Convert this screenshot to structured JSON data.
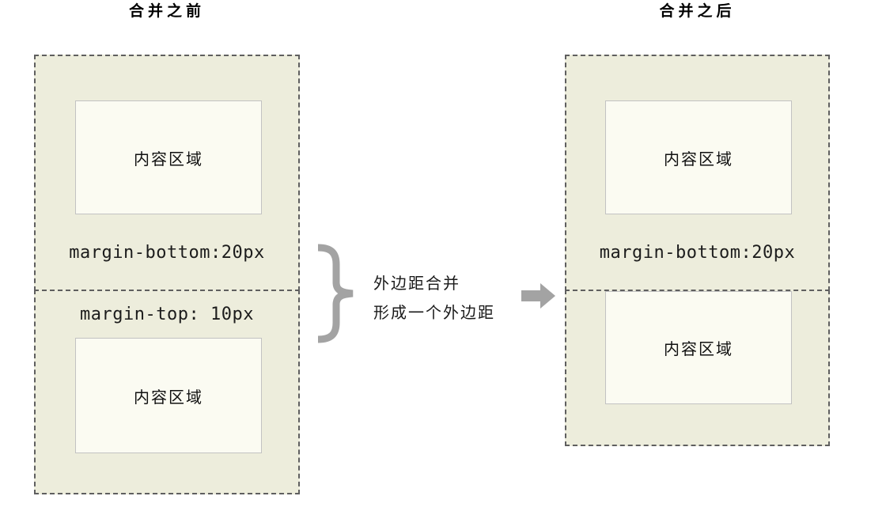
{
  "before": {
    "title": "合并之前",
    "box1": {
      "content_label": "内容区域",
      "margin_label": "margin-bottom:20px"
    },
    "box2": {
      "margin_label": "margin-top: 10px",
      "content_label": "内容区域"
    }
  },
  "after": {
    "title": "合并之后",
    "box1": {
      "content_label": "内容区域",
      "margin_label": "margin-bottom:20px"
    },
    "box2": {
      "content_label": "内容区域"
    }
  },
  "connector": {
    "note_line1": "外边距合并",
    "note_line2": "形成一个外边距",
    "brace_icon": "curly-brace",
    "arrow_icon": "arrow-right"
  },
  "colors": {
    "margin_box_bg": "#ededdc",
    "dashed_border": "#5f5f5f",
    "content_box_bg": "#fbfbf2",
    "content_box_border": "#c2c2c2",
    "connector_gray": "#a3a3a3"
  }
}
